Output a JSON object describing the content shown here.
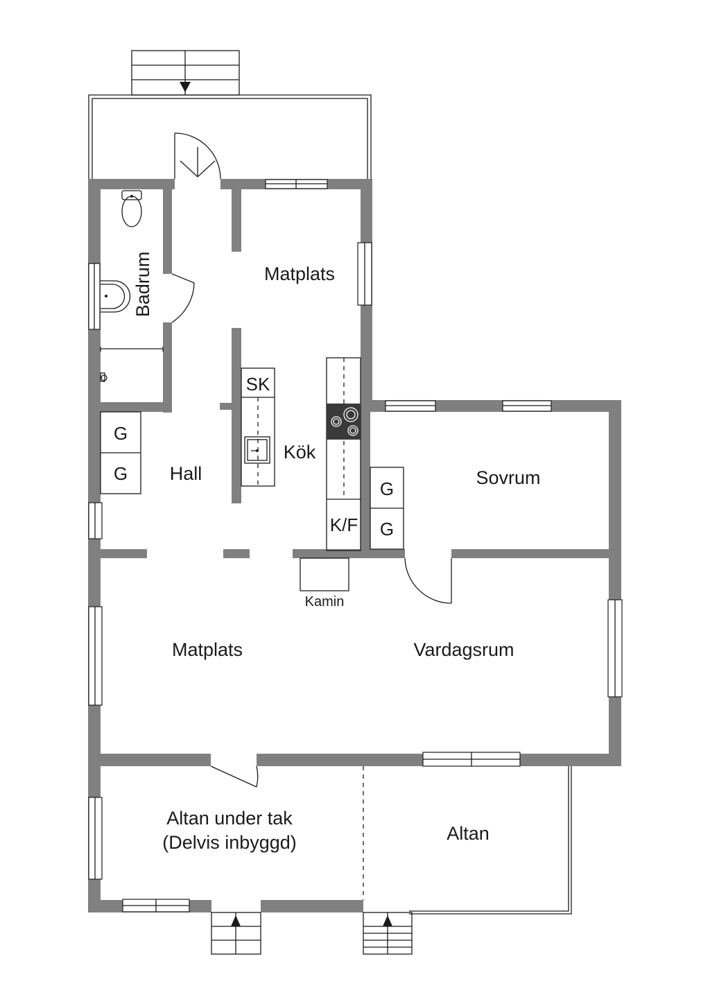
{
  "rooms": {
    "badrum": "Badrum",
    "matplats_top": "Matplats",
    "kok": "Kök",
    "hall": "Hall",
    "sovrum": "Sovrum",
    "matplats_main": "Matplats",
    "vardagsrum": "Vardagsrum",
    "altan_tak_line1": "Altan under tak",
    "altan_tak_line2": "(Delvis inbyggd)",
    "altan": "Altan"
  },
  "fixtures": {
    "sk": "SK",
    "kf": "K/F",
    "garderob": "G",
    "kamin": "Kamin"
  },
  "colors": {
    "wall": "#808080",
    "line": "#1a1a1a",
    "stove": "#3a3a3a"
  }
}
